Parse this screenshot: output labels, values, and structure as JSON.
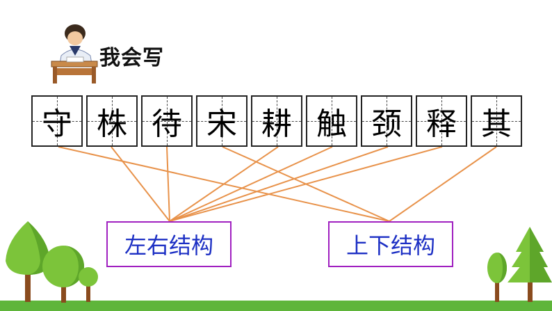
{
  "heading": "我会写",
  "characters": [
    "守",
    "株",
    "待",
    "宋",
    "耕",
    "触",
    "颈",
    "释",
    "其"
  ],
  "categories": {
    "left_right": "左右结构",
    "top_bottom": "上下结构"
  },
  "colors": {
    "line": "#e8924a",
    "box_border": "#a020c0",
    "box_text": "#1c2fc4",
    "ground": "#5fb53a",
    "tree": "#7cc43a",
    "trunk": "#8a4b1e"
  },
  "icons": [
    "student-writing-icon",
    "tree-icon"
  ]
}
